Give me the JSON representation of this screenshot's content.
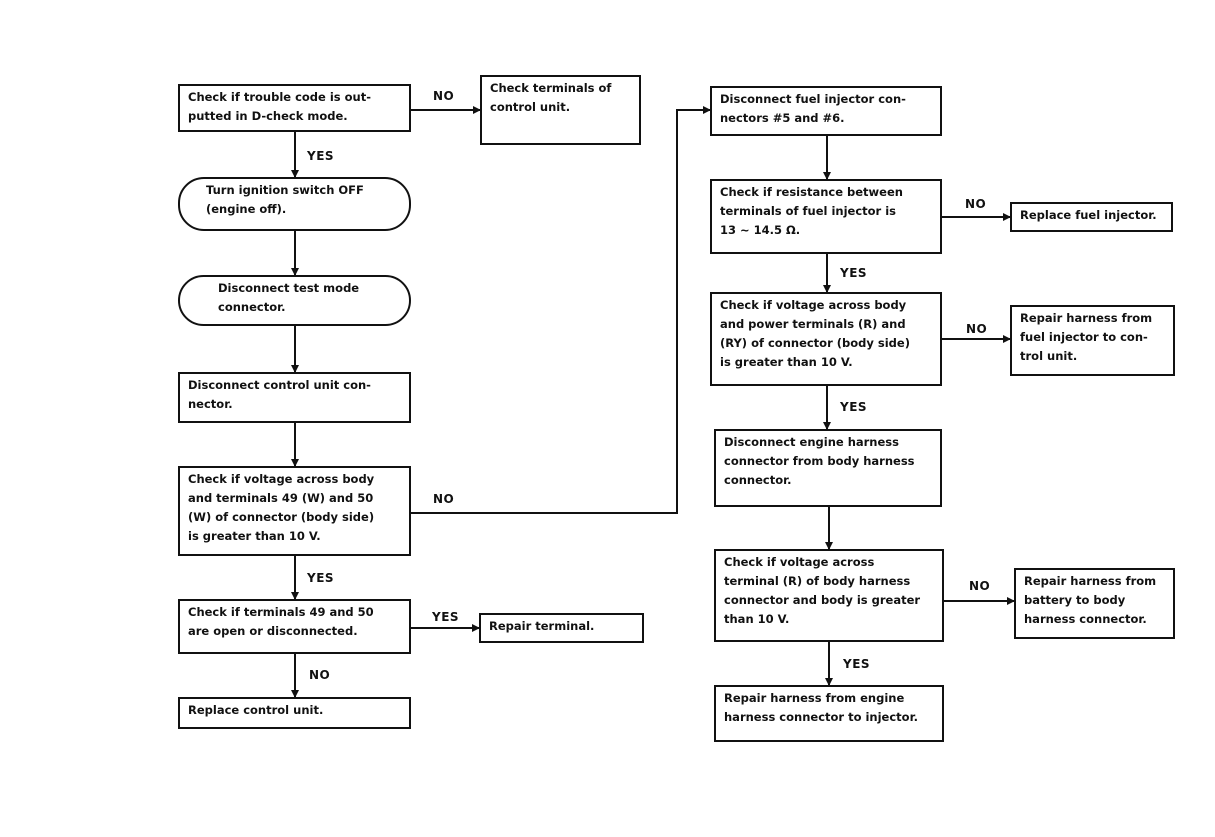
{
  "nodes": {
    "n1": "Check if trouble code is out-\nputted in D-check mode.",
    "n2": "Check terminals of\ncontrol unit.",
    "n3": "Turn ignition switch OFF\n(engine off).",
    "n4": "Disconnect test mode\nconnector.",
    "n5": "Disconnect control unit con-\nnector.",
    "n6": "Check if voltage across body\nand terminals 49 (W) and 50\n(W) of connector (body side)\nis greater than 10 V.",
    "n7": "Check if terminals 49 and 50\nare open or disconnected.",
    "n8": "Repair terminal.",
    "n9": "Replace control unit.",
    "n10": "Disconnect fuel injector con-\nnectors #5 and #6.",
    "n11": "Check if resistance between\nterminals of fuel injector is\n13 ~ 14.5 Ω.",
    "n12": "Replace fuel injector.",
    "n13": "Check if voltage across body\nand power terminals (R) and\n(RY) of connector (body side)\nis greater than 10 V.",
    "n14": "Repair harness from\nfuel injector to con-\ntrol unit.",
    "n15": "Disconnect engine harness\nconnector from body harness\nconnector.",
    "n16": "Check if voltage across\nterminal (R) of body harness\nconnector and body is greater\nthan 10 V.",
    "n17": "Repair harness from\nbattery to body\nharness connector.",
    "n18": "Repair harness from engine\nharness connector to injector."
  },
  "labels": {
    "l1": "NO",
    "l2": "YES",
    "l3": "NO",
    "l4": "YES",
    "l5": "YES",
    "l6": "NO",
    "l7": "NO",
    "l8": "YES",
    "l9": "NO",
    "l10": "YES",
    "l11": "NO",
    "l12": "YES"
  }
}
